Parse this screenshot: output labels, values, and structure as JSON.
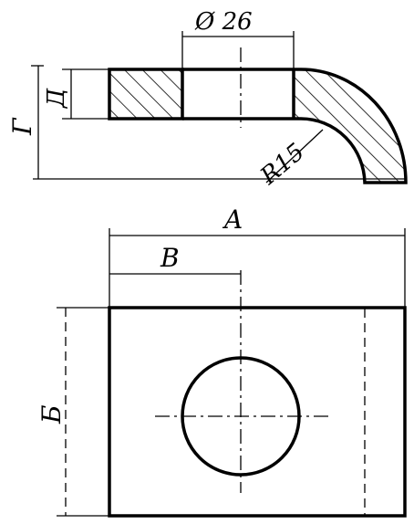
{
  "labels": {
    "diameter": "Ø 26",
    "radius": "R15",
    "dim_a": "A",
    "dim_b": "Б",
    "dim_v": "В",
    "dim_g": "Г",
    "dim_d": "Д"
  }
}
